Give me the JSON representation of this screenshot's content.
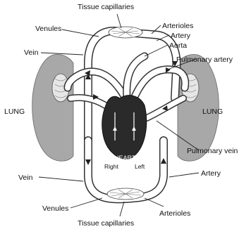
{
  "labels": {
    "tissue_capillaries_top": "Tissue capillaries",
    "venules_top": "Venules",
    "arterioles_top": "Arterioles",
    "artery_top": "Artery",
    "aorta": "Aorta",
    "vein_top": "Vein",
    "pulmonary_artery": "Pulmonary artery",
    "lung_left": "LUNG",
    "lung_right": "LUNG",
    "heart": "HEART",
    "heart_right": "Right",
    "heart_left": "Left",
    "pulmonary_vein": "Pulmonary vein",
    "vein_bottom": "Vein",
    "artery_bottom": "Artery",
    "venules_bottom": "Venules",
    "arterioles_bottom": "Arterioles",
    "tissue_capillaries_bottom": "Tissue capillaries"
  },
  "colors": {
    "lung_fill": "#a8a8a8",
    "heart_fill": "#2a2a2a",
    "vessel_stroke": "#333333",
    "vessel_fill": "#ffffff"
  }
}
